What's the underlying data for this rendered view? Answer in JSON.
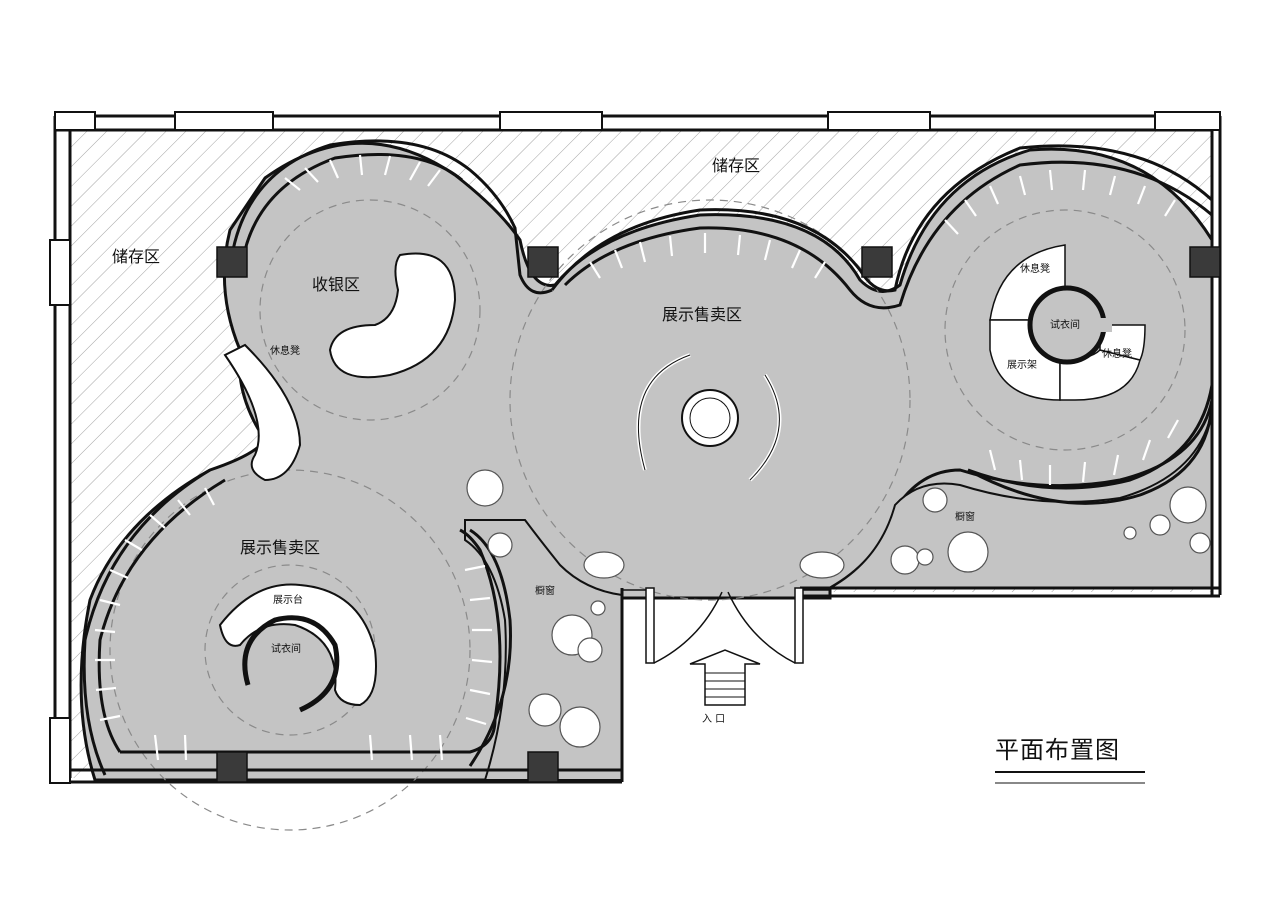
{
  "title": "平面布置图",
  "labels": {
    "storage_top": "储存区",
    "storage_left": "储存区",
    "cashier": "收银区",
    "sales_center": "展示售卖区",
    "sales_left": "展示售卖区",
    "bench_left": "休息凳",
    "display_table": "展示台",
    "fitting_left": "试衣间",
    "window_left": "橱窗",
    "window_right": "橱窗",
    "bench_right_top": "休息凳",
    "fitting_right": "试衣间",
    "bench_right": "休息凳",
    "display_rack": "展示架",
    "entrance": "入  口"
  },
  "colors": {
    "floor": "#c4c4c4",
    "wall": "#111111",
    "column": "#3a3a3a",
    "hatch": "#9a9a9a",
    "fixture": "#ffffff"
  }
}
